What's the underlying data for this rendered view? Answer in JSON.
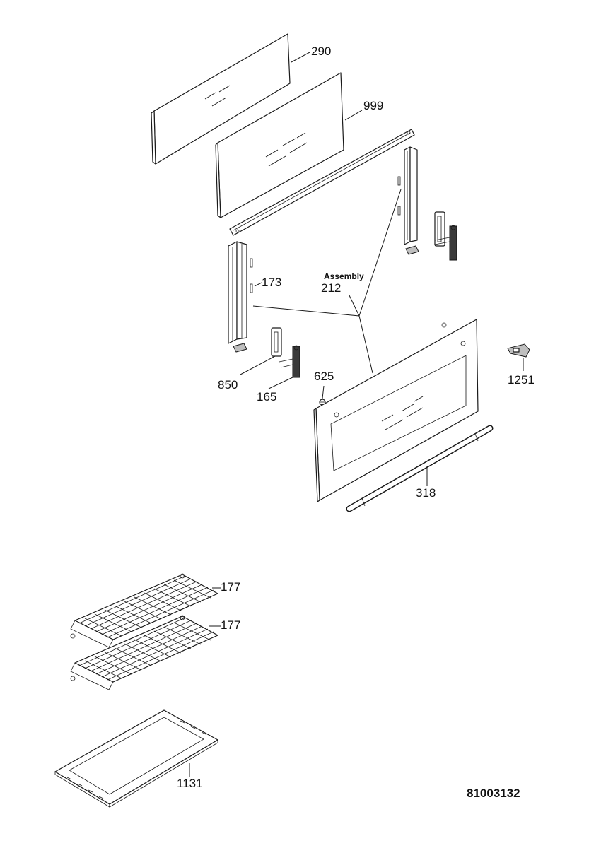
{
  "callouts": {
    "p290": "290",
    "p999": "999",
    "p173": "173",
    "p212_caption": "Assembly",
    "p212": "212",
    "p850": "850",
    "p165": "165",
    "p625": "625",
    "p1251": "1251",
    "p318": "318",
    "p177_top": "177",
    "p177_bottom": "177",
    "p1131": "1131"
  },
  "document_number": "81003132",
  "colors": {
    "line": "#1a1a1a",
    "background": "#ffffff"
  }
}
